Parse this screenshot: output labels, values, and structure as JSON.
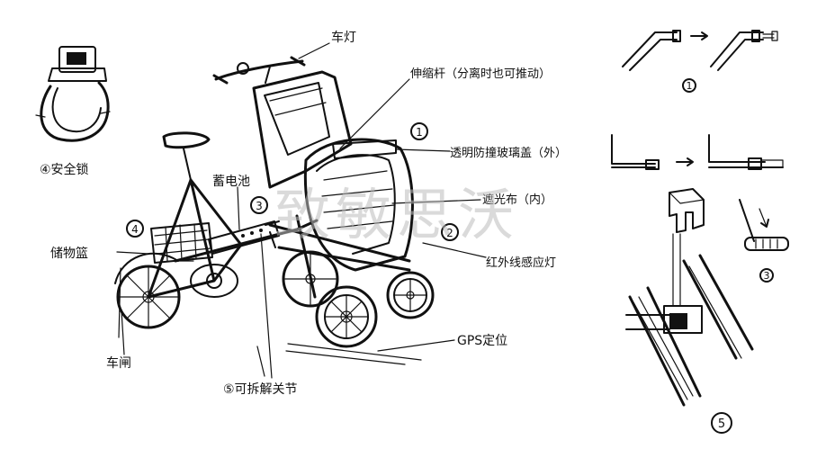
{
  "labels": {
    "headlight": "车灯",
    "telescopic_rod": "伸缩杆（分离时也可推动）",
    "transparent_cover": "透明防撞玻璃盖（外）",
    "sunshade": "遮光布（内）",
    "infrared_light": "红外线感应灯",
    "gps": "GPS定位",
    "detachable_joint": "⑤可拆解关节",
    "brake": "车闸",
    "storage_basket": "储物篮",
    "battery": "蓄电池",
    "safety_lock": "④安全锁"
  },
  "markers": {
    "m1": "1",
    "m2": "2",
    "m3": "3",
    "m4": "4",
    "d1": "1",
    "d3": "3",
    "d5": "5"
  },
  "watermark": "致敏思沃"
}
